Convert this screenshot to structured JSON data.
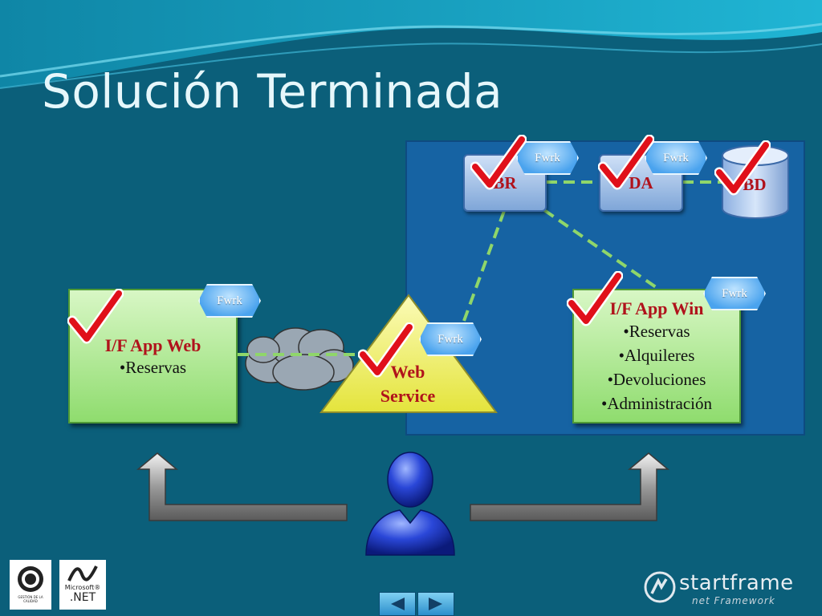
{
  "slide": {
    "title": "Solución Terminada"
  },
  "server": {
    "br_label": "BR",
    "da_label": "DA",
    "bd_label": "BD"
  },
  "fwrk_label": "Fwrk",
  "web_app": {
    "title": "I/F App Web",
    "items": [
      "•Reservas"
    ]
  },
  "web_service": {
    "line1": "Web",
    "line2": "Service"
  },
  "win_app": {
    "title": "I/F App Win",
    "items": [
      "•Reservas",
      "•Alquileres",
      "•Devoluciones",
      "•Administración"
    ]
  },
  "logos": {
    "iram_caption": "GESTIÓN DE LA CALIDAD",
    "ms_line1": "Microsoft®",
    "ms_line2": ".NET",
    "startframe_name": "startframe",
    "startframe_sub": "net Framework"
  },
  "colors": {
    "background": "#0b5f7a",
    "panel": "#1663a3",
    "accent_red": "#b0121b",
    "green_box": "#8fdc6e",
    "web_service": "#f0f060"
  },
  "icons": [
    "check-icon",
    "cloud-icon",
    "user-icon",
    "arrow-up-icon",
    "nav-prev-icon",
    "nav-next-icon"
  ]
}
